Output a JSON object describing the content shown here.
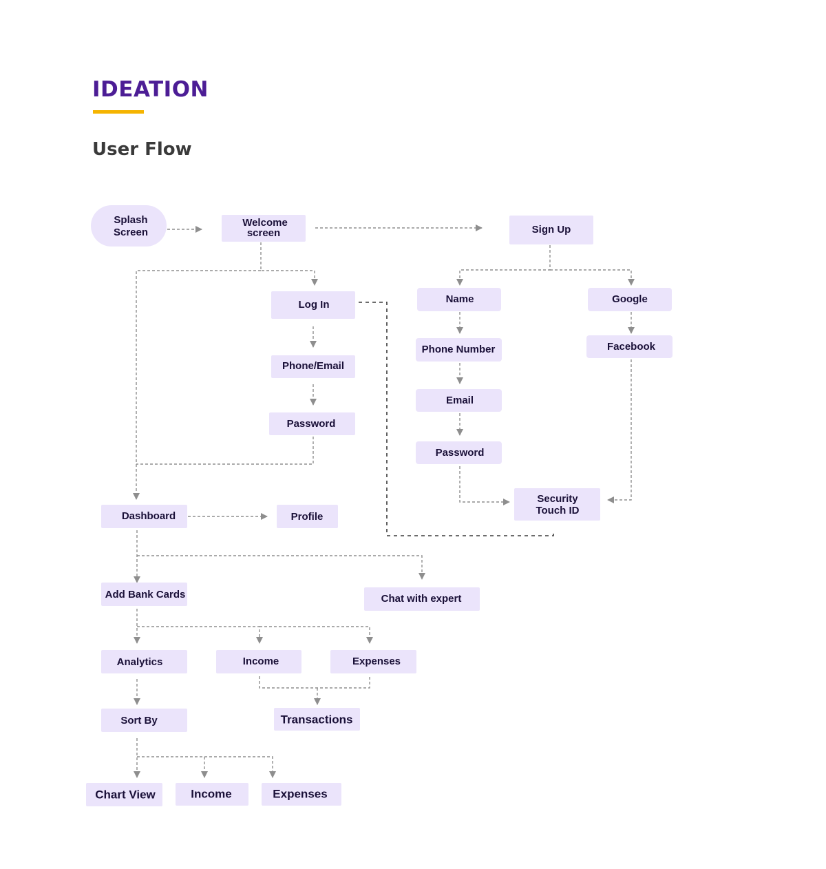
{
  "header": {
    "title": "IDEATION",
    "subtitle": "User Flow",
    "accent_color": "#4c1d95",
    "underline_color": "#f5b400"
  },
  "diagram": {
    "node_fill": "#ebe4fb",
    "nodes": {
      "splash": [
        "Splash",
        "Screen"
      ],
      "welcome": [
        "Welcome",
        "screen"
      ],
      "signup": [
        "Sign Up"
      ],
      "login": [
        "Log In"
      ],
      "name": [
        "Name"
      ],
      "google": [
        "Google"
      ],
      "phone_number": [
        "Phone Number"
      ],
      "facebook": [
        "Facebook"
      ],
      "phone_email": [
        "Phone/Email"
      ],
      "email": [
        "Email"
      ],
      "password_login": [
        "Password"
      ],
      "password_signup": [
        "Password"
      ],
      "security": [
        "Security",
        "Touch ID"
      ],
      "dashboard": [
        "Dashboard"
      ],
      "profile": [
        "Profile"
      ],
      "add_bank_cards": [
        "Add Bank Cards"
      ],
      "chat_expert": [
        "Chat with expert"
      ],
      "analytics": [
        "Analytics"
      ],
      "income": [
        "Income"
      ],
      "expenses": [
        "Expenses"
      ],
      "sort_by": [
        "Sort By"
      ],
      "transactions": [
        "Transactions"
      ],
      "chart_view": [
        "Chart View"
      ],
      "income_sort": [
        "Income"
      ],
      "expenses_sort": [
        "Expenses"
      ]
    },
    "edges": [
      {
        "from": "Splash Screen",
        "to": "Welcome screen"
      },
      {
        "from": "Welcome screen",
        "to": "Sign Up"
      },
      {
        "from": "Welcome screen",
        "to": "Log In"
      },
      {
        "from": "Welcome screen",
        "to": "Dashboard"
      },
      {
        "from": "Log In",
        "to": "Phone/Email"
      },
      {
        "from": "Phone/Email",
        "to": "Password"
      },
      {
        "from": "Password",
        "to": "Dashboard"
      },
      {
        "from": "Log In",
        "to": "Security Touch ID"
      },
      {
        "from": "Sign Up",
        "to": "Name"
      },
      {
        "from": "Sign Up",
        "to": "Google"
      },
      {
        "from": "Name",
        "to": "Phone Number"
      },
      {
        "from": "Phone Number",
        "to": "Email"
      },
      {
        "from": "Email",
        "to": "Password"
      },
      {
        "from": "Password",
        "to": "Security Touch ID"
      },
      {
        "from": "Google",
        "to": "Facebook"
      },
      {
        "from": "Facebook",
        "to": "Security Touch ID"
      },
      {
        "from": "Dashboard",
        "to": "Profile"
      },
      {
        "from": "Dashboard",
        "to": "Add Bank Cards"
      },
      {
        "from": "Dashboard",
        "to": "Chat with expert"
      },
      {
        "from": "Add Bank Cards",
        "to": "Analytics"
      },
      {
        "from": "Add Bank Cards",
        "to": "Income"
      },
      {
        "from": "Add Bank Cards",
        "to": "Expenses"
      },
      {
        "from": "Income",
        "to": "Transactions"
      },
      {
        "from": "Expenses",
        "to": "Transactions"
      },
      {
        "from": "Analytics",
        "to": "Sort By"
      },
      {
        "from": "Sort By",
        "to": "Chart View"
      },
      {
        "from": "Sort By",
        "to": "Income"
      },
      {
        "from": "Sort By",
        "to": "Expenses"
      }
    ]
  }
}
